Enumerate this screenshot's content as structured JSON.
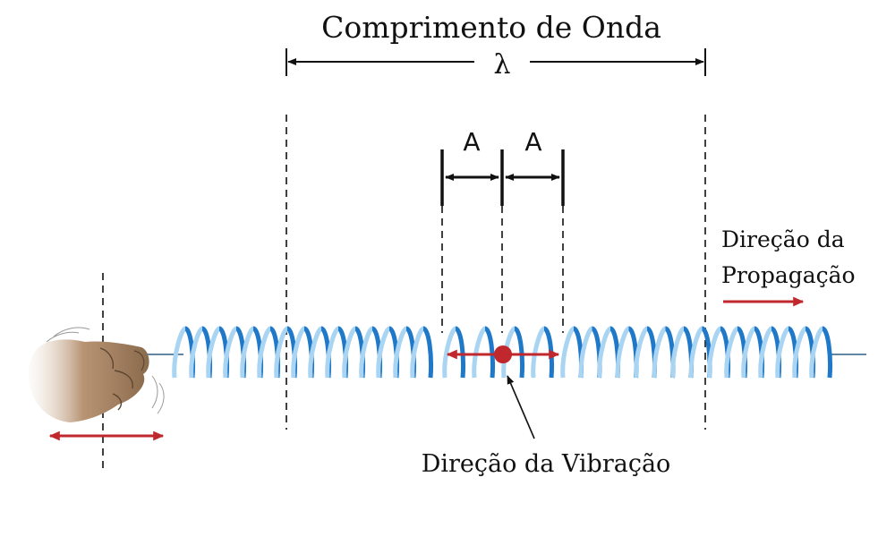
{
  "wavelength": {
    "title": "Comprimento de Onda",
    "symbol": "λ"
  },
  "amplitude": {
    "left_label": "A",
    "right_label": "A"
  },
  "propagation": {
    "line1": "Direção da",
    "line2": "Propagação"
  },
  "vibration": {
    "label": "Direção da Vibração"
  },
  "colors": {
    "spring_blue": "#1f78c8",
    "spring_light": "#a9d4f2",
    "arrow_red": "#c0282d",
    "ink": "#111111",
    "skin": "#9c7a57"
  }
}
